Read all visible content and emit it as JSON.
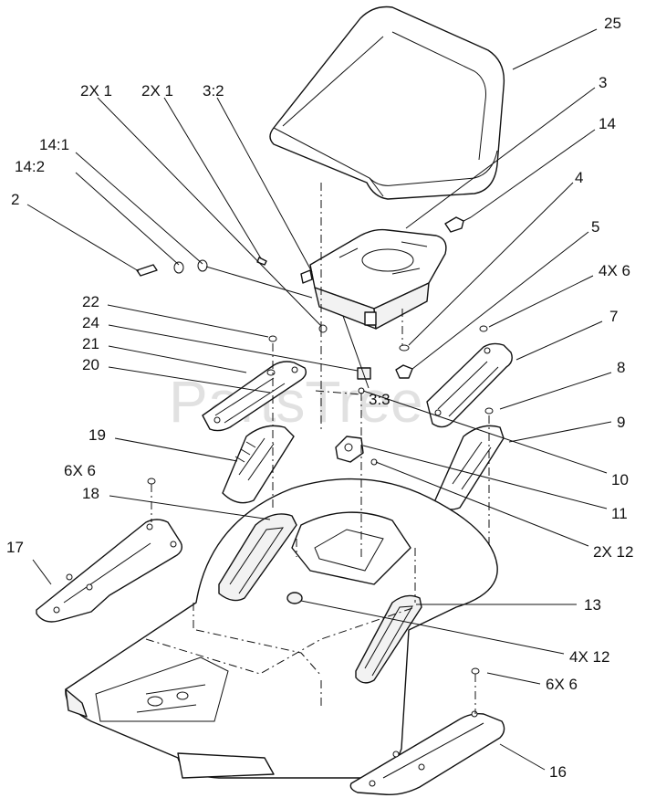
{
  "watermark": "PartsTree",
  "callouts": {
    "c25": "25",
    "c3": "3",
    "c14": "14",
    "c4": "4",
    "c5": "5",
    "c4x6": "4X 6",
    "c7": "7",
    "c8": "8",
    "c9": "9",
    "c10": "10",
    "c11": "11",
    "c2x12": "2X 12",
    "c13": "13",
    "c4x12": "4X 12",
    "c6x6b": "6X 6",
    "c16": "16",
    "c2x1a": "2X 1",
    "c2x1b": "2X 1",
    "c3_2": "3:2",
    "c14_1": "14:1",
    "c14_2": "14:2",
    "c2": "2",
    "c22": "22",
    "c24": "24",
    "c21": "21",
    "c20": "20",
    "c3_3": "3:3",
    "c19": "19",
    "c6x6a": "6X 6",
    "c18": "18",
    "c17": "17"
  }
}
